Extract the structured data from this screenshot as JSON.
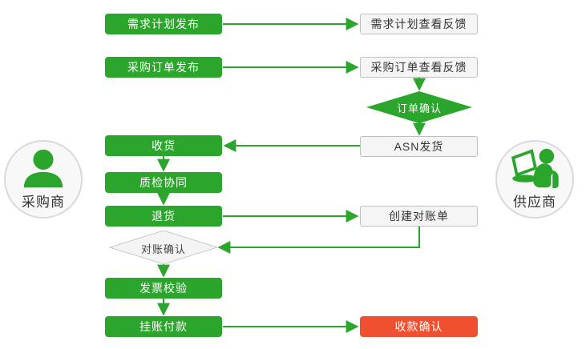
{
  "diagram": {
    "title_hint": "procurement-collaboration-flow",
    "actors": {
      "buyer": {
        "label": "采购商",
        "icon": "person-icon"
      },
      "supplier": {
        "label": "供应商",
        "icon": "person-laptop-icon"
      }
    },
    "nodes": {
      "demand_publish": {
        "label": "需求计划发布"
      },
      "demand_feedback": {
        "label": "需求计划查看反馈"
      },
      "po_publish": {
        "label": "采购订单发布"
      },
      "po_feedback": {
        "label": "采购订单查看反馈"
      },
      "order_confirm": {
        "label": "订单确认"
      },
      "receive": {
        "label": "收货"
      },
      "asn_ship": {
        "label": "ASN发货"
      },
      "quality_check": {
        "label": "质检协同"
      },
      "return_goods": {
        "label": "退货"
      },
      "create_statement": {
        "label": "创建对账单"
      },
      "statement_confirm": {
        "label": "对账确认"
      },
      "invoice_verify": {
        "label": "发票校验"
      },
      "payment": {
        "label": "挂账付款"
      },
      "receipt_confirm": {
        "label": "收款确认"
      }
    },
    "colors": {
      "green": "#2BA52B",
      "red": "#F0502F",
      "light_box_bg": "#f5f5f5",
      "light_box_border": "#bfbfbf",
      "text_dark": "#333333"
    }
  }
}
